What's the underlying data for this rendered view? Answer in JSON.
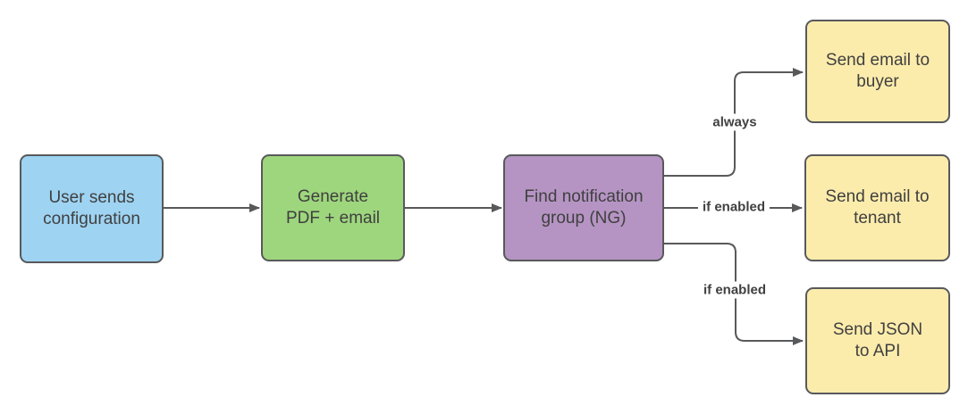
{
  "diagram_type": "flowchart",
  "nodes": [
    {
      "id": "user-config",
      "label": "User sends\nconfiguration",
      "fill": "#9ED3F2",
      "fill_name": "blue"
    },
    {
      "id": "generate-pdf",
      "label": "Generate\nPDF + email",
      "fill": "#9ED67D",
      "fill_name": "green"
    },
    {
      "id": "find-ng",
      "label": "Find notification\ngroup (NG)",
      "fill": "#B594C3",
      "fill_name": "purple"
    },
    {
      "id": "email-buyer",
      "label": "Send email to\nbuyer",
      "fill": "#FCECAC",
      "fill_name": "yellow"
    },
    {
      "id": "email-tenant",
      "label": "Send email to\ntenant",
      "fill": "#FCECAC",
      "fill_name": "yellow"
    },
    {
      "id": "json-api",
      "label": "Send JSON\nto API",
      "fill": "#FCECAC",
      "fill_name": "yellow"
    }
  ],
  "edges": [
    {
      "from": "user-config",
      "to": "generate-pdf",
      "label": ""
    },
    {
      "from": "generate-pdf",
      "to": "find-ng",
      "label": ""
    },
    {
      "from": "find-ng",
      "to": "email-buyer",
      "label": "always"
    },
    {
      "from": "find-ng",
      "to": "email-tenant",
      "label": "if enabled"
    },
    {
      "from": "find-ng",
      "to": "json-api",
      "label": "if enabled"
    }
  ],
  "colors": {
    "background": "#ffffff",
    "node_border": "#58595B",
    "connector": "#58595B",
    "text": "#404040"
  }
}
